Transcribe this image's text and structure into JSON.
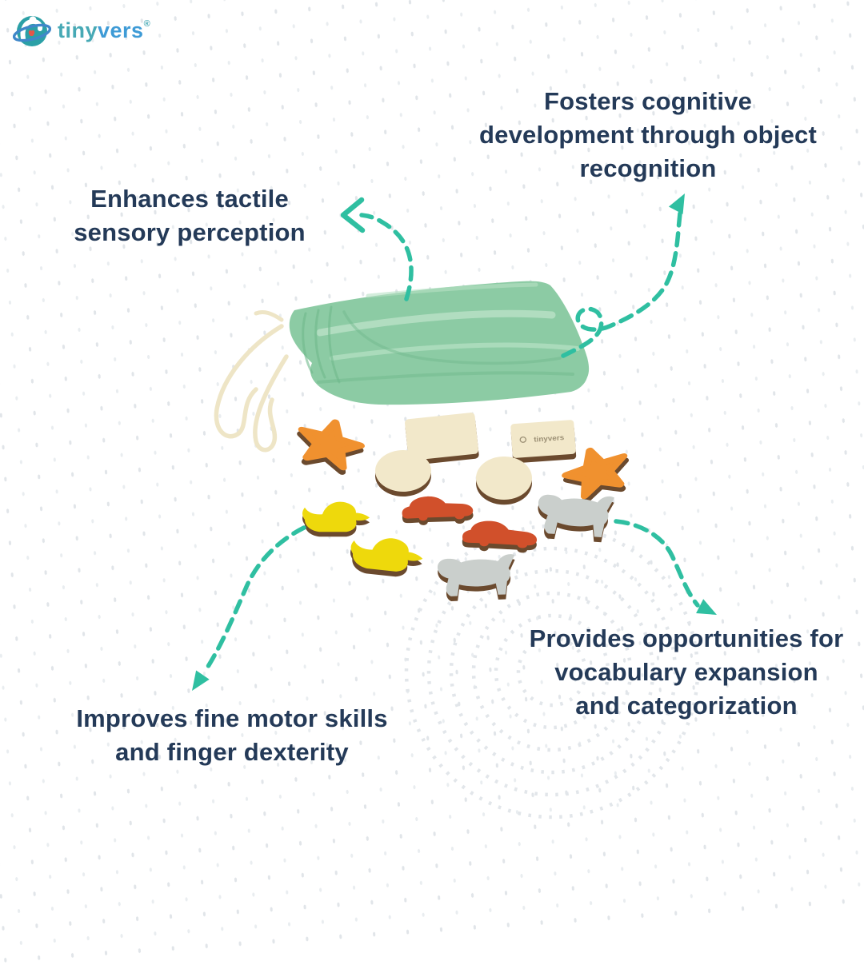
{
  "brand": {
    "name_prefix": "tiny",
    "name_suffix": "vers",
    "registered_mark": "®"
  },
  "callouts": {
    "top_right": {
      "lines": [
        "Fosters cognitive",
        "development through object",
        "recognition"
      ]
    },
    "left": {
      "lines": [
        "Enhances tactile",
        "sensory perception"
      ]
    },
    "bottom_left": {
      "lines": [
        "Improves fine motor skills",
        "and finger dexterity"
      ]
    },
    "bottom_right": {
      "lines": [
        "Provides opportunities for",
        "vocabulary expansion",
        "and categorization"
      ]
    }
  },
  "product": {
    "piece_logo_label": "tinyvers",
    "pieces": [
      {
        "shape": "star",
        "color": "orange"
      },
      {
        "shape": "square",
        "color": "cream"
      },
      {
        "shape": "square-with-logo",
        "color": "cream"
      },
      {
        "shape": "circle",
        "color": "cream"
      },
      {
        "shape": "circle",
        "color": "cream"
      },
      {
        "shape": "star",
        "color": "orange"
      },
      {
        "shape": "duck",
        "color": "yellow"
      },
      {
        "shape": "car",
        "color": "red"
      },
      {
        "shape": "car",
        "color": "red"
      },
      {
        "shape": "dog",
        "color": "grey"
      },
      {
        "shape": "duck",
        "color": "yellow"
      },
      {
        "shape": "dog",
        "color": "grey"
      }
    ]
  },
  "colors": {
    "text": "#243a58",
    "arrow": "#2fbfa1",
    "bag": "#8ccba4",
    "bag_light": "#b7e1c5",
    "bag_dark": "#6fb98c",
    "cream": "#f2e8ca",
    "orange": "#f0912f",
    "yellow": "#eed90c",
    "red": "#d1502b",
    "grey": "#cacfcc",
    "wood_edge": "#6b4a2e",
    "string": "#eee5c6",
    "logo_teal": "#47a9b5",
    "logo_blue": "#3e9bd6",
    "background_dot": "#e4e8eb"
  }
}
